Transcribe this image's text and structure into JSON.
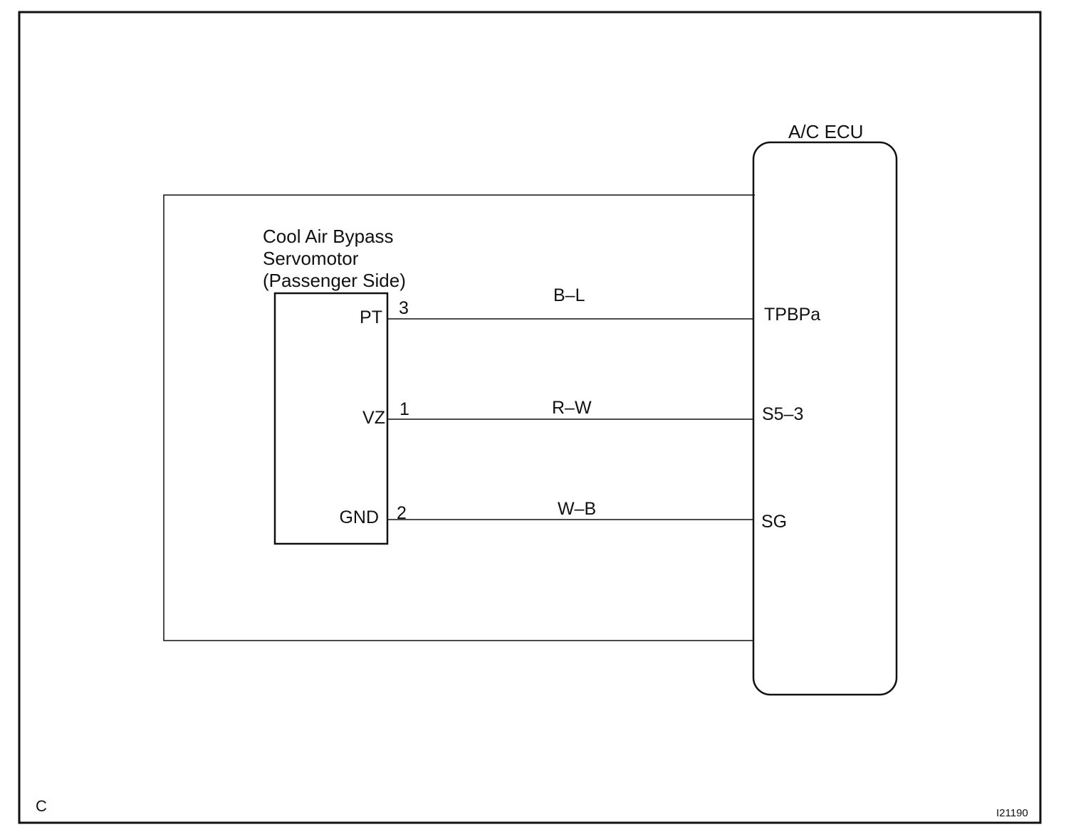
{
  "servomotor": {
    "title_lines": [
      "Cool Air Bypass",
      "Servomotor",
      "(Passenger Side)"
    ],
    "terminals": [
      {
        "name": "PT",
        "pin": "3"
      },
      {
        "name": "VZ",
        "pin": "1"
      },
      {
        "name": "GND",
        "pin": "2"
      }
    ]
  },
  "ecu": {
    "title": "A/C ECU",
    "terminals": [
      "TPBPa",
      "S5–3",
      "SG"
    ]
  },
  "wires": [
    "B–L",
    "R–W",
    "W–B"
  ],
  "footer": {
    "corner_label": "C",
    "figure_id": "I21190"
  }
}
